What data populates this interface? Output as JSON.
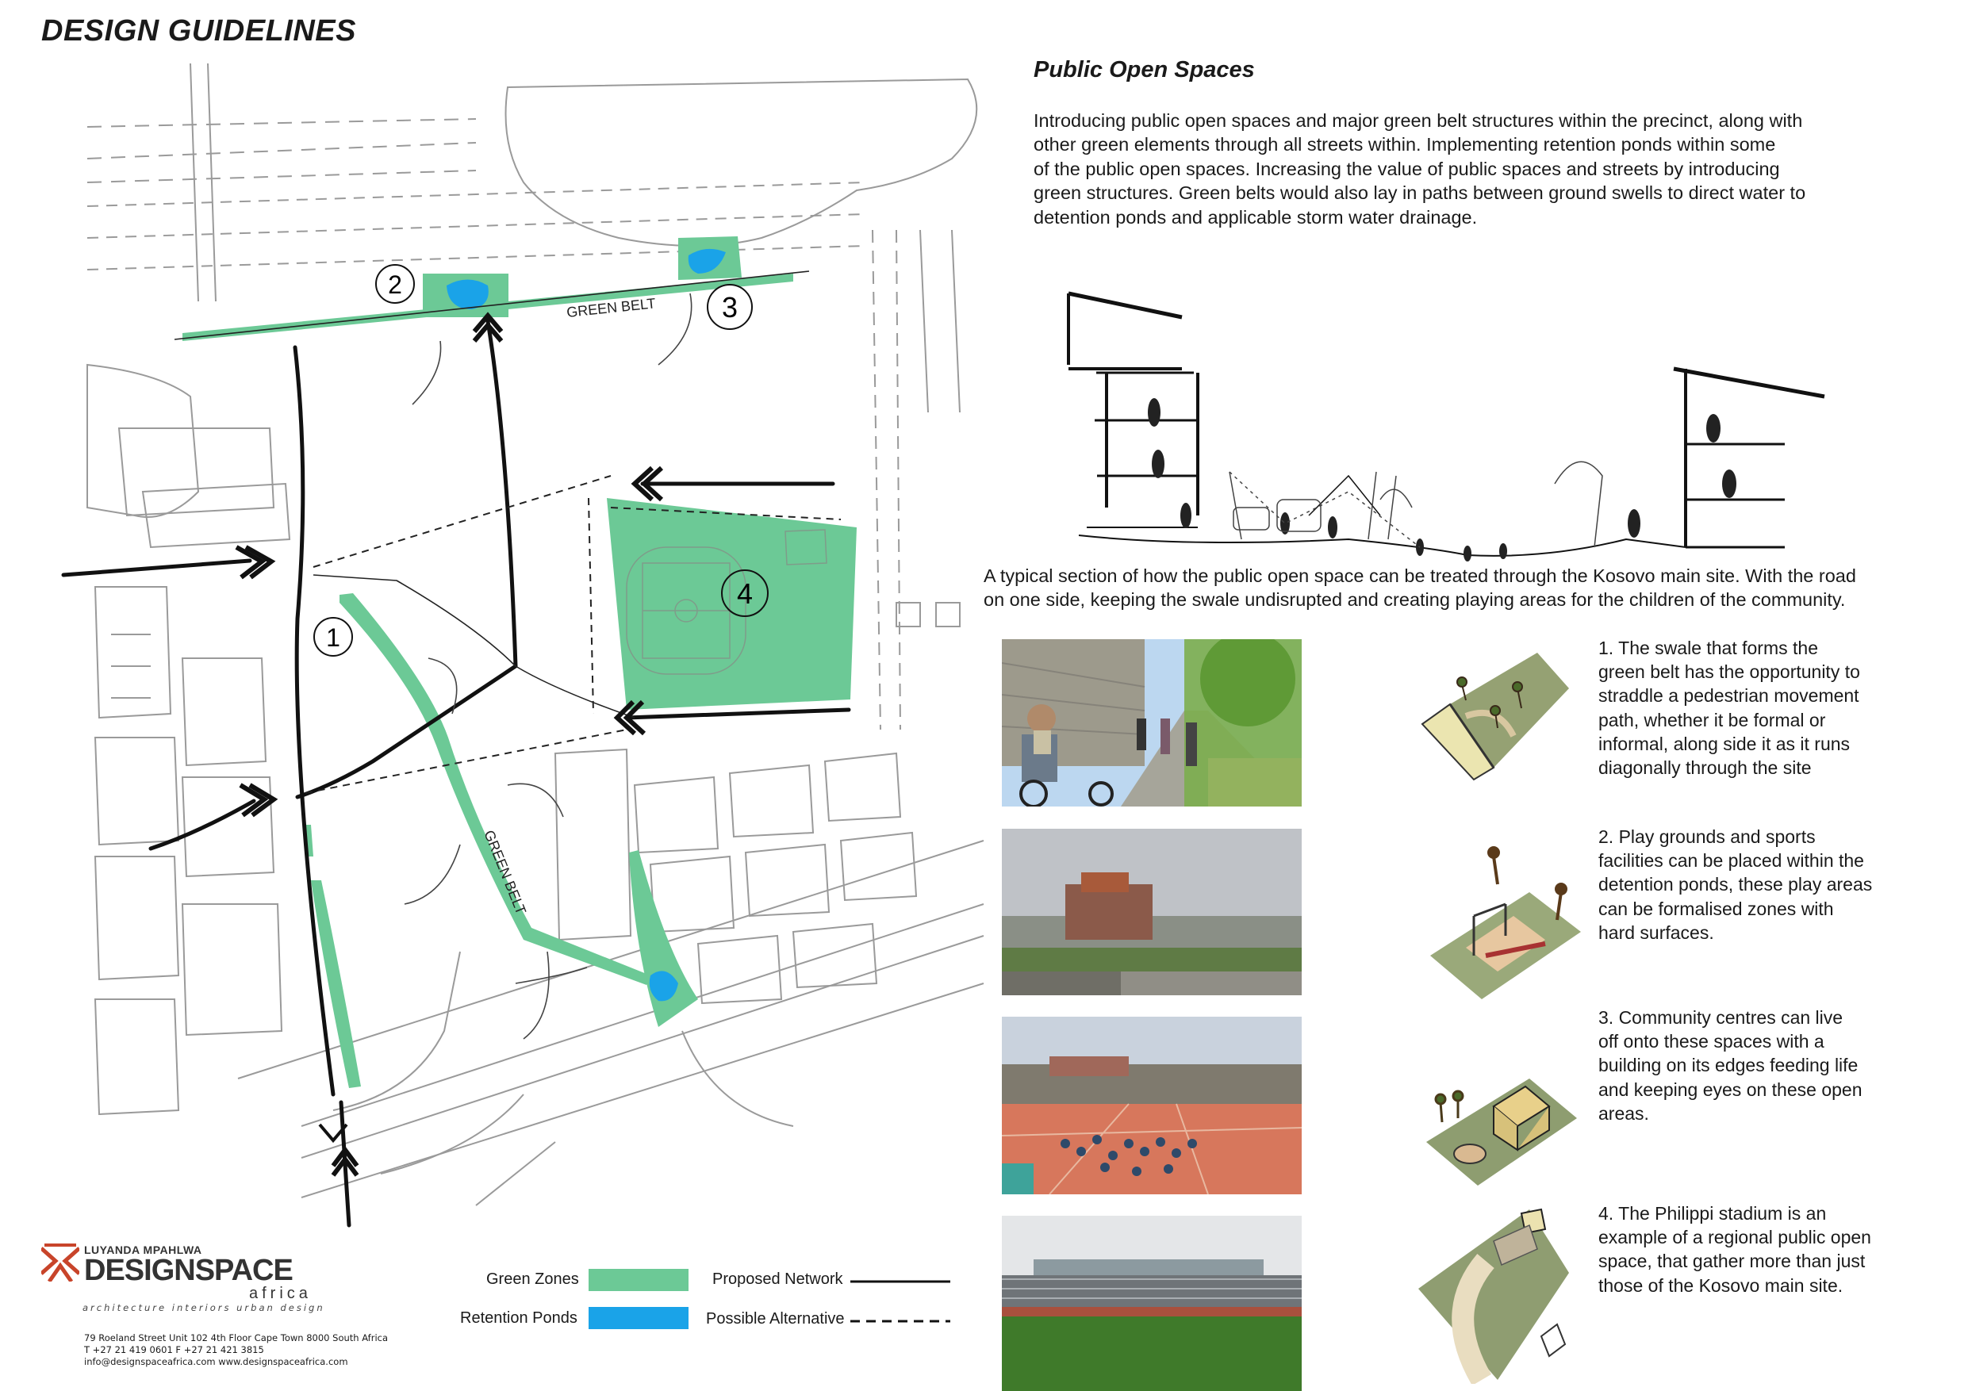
{
  "page": {
    "title": "DESIGN GUIDELINES"
  },
  "colors": {
    "green_zone": "#6cc996",
    "retention_pond": "#1aa3e8",
    "logo_red": "#c8442a",
    "logo_dark": "#333333"
  },
  "map": {
    "labels": {
      "green_belt_top": "GREEN BELT",
      "green_belt_diag": "GREEN BELT"
    },
    "markers": [
      "1",
      "2",
      "3",
      "4"
    ]
  },
  "legend": {
    "green_zones": "Green Zones",
    "retention_ponds": "Retention Ponds",
    "proposed_network": "Proposed Network",
    "possible_alternative": "Possible Alternative"
  },
  "logo": {
    "name_line": "LUYANDA MPAHLWA",
    "brand_a": "DESIGN",
    "brand_b": "SPACE",
    "brand_c": "africa",
    "tagline": "architecture   interiors   urban design",
    "address": "79 Roeland Street  Unit 102 4th Floor   Cape Town 8000   South Africa",
    "phone": "T +27 21 419 0601   F +27 21 421 3815",
    "web": "info@designspaceafrica.com   www.designspaceafrica.com"
  },
  "section": {
    "title": "Public Open Spaces",
    "intro_lines": [
      "Introducing public open spaces and major green belt structures within the precinct, along with",
      "other green elements through all streets within. Implementing retention ponds within some",
      "of the public open spaces. Increasing the value of public spaces and streets by introducing",
      "green structures.   Green belts would also lay in paths between ground swells to direct water to",
      "detention ponds and applicable storm water drainage."
    ],
    "caption_lines": [
      "A typical section of how the public open space can be treated through the Kosovo main site. With the road",
      "on one side, keeping the swale undisrupted and creating playing areas for the children of the community."
    ]
  },
  "items": [
    {
      "lines": [
        "1. The swale that forms the",
        "green belt has the opportunity to",
        "straddle a pedestrian movement",
        "path, whether it be formal or",
        "informal, along side it as it runs",
        "diagonally through the site"
      ]
    },
    {
      "lines": [
        "2. Play grounds and sports",
        "facilities can be placed within the",
        "detention ponds, these play areas",
        "can be formalised zones with",
        "hard surfaces."
      ]
    },
    {
      "lines": [
        "3. Community centres can live",
        "off onto these spaces with a",
        "building on its edges feeding life",
        "and keeping eyes on these open",
        "areas."
      ]
    },
    {
      "lines": [
        "4. The Philippi stadium is an",
        "example of a regional public open",
        "space, that gather more than just",
        "those of the Kosovo main site."
      ]
    }
  ]
}
